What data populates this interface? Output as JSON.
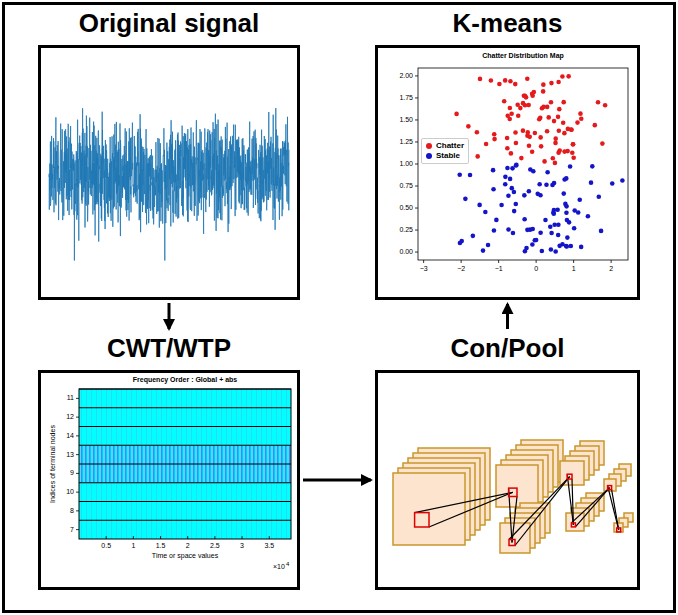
{
  "diagram": {
    "nodes": [
      {
        "text": [
          "Original signal"
        ]
      },
      {
        "text": [
          "K-means"
        ]
      },
      {
        "text": [
          "CWT/WTP"
        ]
      },
      {
        "text": [
          "Con/Pool"
        ]
      }
    ],
    "edges": [
      {
        "from": 0,
        "to": 2,
        "arrow": "to"
      },
      {
        "from": 2,
        "to": 3,
        "arrow": "to"
      },
      {
        "from": 3,
        "to": 1,
        "arrow": "to"
      }
    ],
    "labels": [
      "Chatter Distribution Map",
      "2.00",
      "1.75",
      "1.50",
      "1.25",
      "1.00",
      "0.75",
      "0.50",
      "0.25",
      "0.00",
      "−3",
      "−2",
      "−1",
      "0",
      "1",
      "2",
      "Frequency Order : Global + abs",
      "Indices of terminal nodes",
      "11",
      "12",
      "14",
      "13",
      "9",
      "10",
      "8",
      "7",
      "0.5",
      "1",
      "1.5",
      "2",
      "2.5",
      "3",
      "3.5",
      "Time or space values",
      "×10",
      "4"
    ],
    "legend": [
      {
        "text": "Chatter",
        "color": "#e41a1c"
      },
      {
        "text": "Stable",
        "color": "#1414c8"
      }
    ]
  }
}
